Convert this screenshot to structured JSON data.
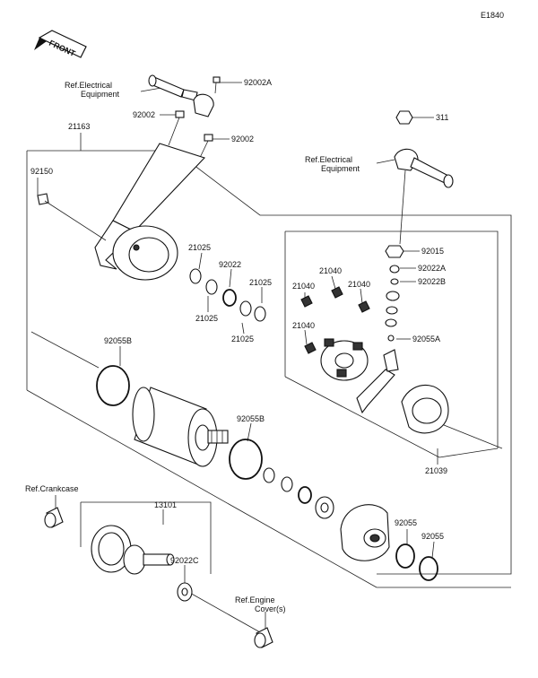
{
  "diagram_code": "E1840",
  "front_label": "FRONT",
  "ref_labels": {
    "electrical_left_1": "Ref.Electrical",
    "electrical_left_2": "Equipment",
    "electrical_right_1": "Ref.Electrical",
    "electrical_right_2": "Equipment",
    "crankcase": "Ref.Crankcase",
    "engine_cover_1": "Ref.Engine",
    "engine_cover_2": "Cover(s)"
  },
  "parts": {
    "p92002A": "92002A",
    "p92002_a": "92002",
    "p92002_b": "92002",
    "p21163": "21163",
    "p311": "311",
    "p92150": "92150",
    "p92015": "92015",
    "p21025_a": "21025",
    "p92022": "92022",
    "p21025_b": "21025",
    "p21025_c": "21025",
    "p21025_d": "21025",
    "p92022A": "92022A",
    "p92022B": "92022B",
    "p21040_a": "21040",
    "p21040_b": "21040",
    "p21040_c": "21040",
    "p21040_d": "21040",
    "p92055A": "92055A",
    "p92055B_a": "92055B",
    "p92055B_b": "92055B",
    "p21039": "21039",
    "p13101": "13101",
    "p92022C": "92022C",
    "p92055_a": "92055",
    "p92055_b": "92055"
  }
}
